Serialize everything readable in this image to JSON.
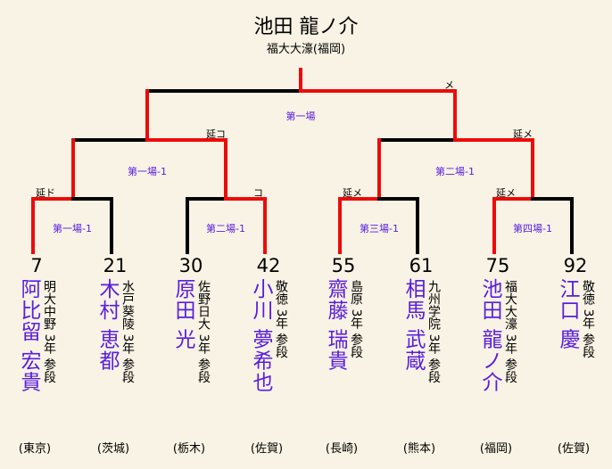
{
  "champion": {
    "name": "池田 龍ノ介",
    "school": "福大大濠(福岡)"
  },
  "matches": {
    "final": "第一場",
    "semi_left": "第一場-1",
    "semi_right": "第二場-1",
    "r1": [
      "第一場-1",
      "第二場-1",
      "第三場-1",
      "第四場-1"
    ]
  },
  "results": {
    "final": "メ",
    "semi_left": "延コ",
    "semi_right": "延メ",
    "r1": [
      "延ド",
      "コ",
      "延メ",
      "延メ"
    ]
  },
  "players": [
    {
      "seed": "7",
      "name": "阿比留 宏貴",
      "info": "明大中野 3年 参段",
      "pref": "(東京)"
    },
    {
      "seed": "21",
      "name": "木村 恵都",
      "info": "水戸葵陵 3年 参段",
      "pref": "(茨城)"
    },
    {
      "seed": "30",
      "name": "原田 光",
      "info": "佐野日大 3年 参段",
      "pref": "(栃木)"
    },
    {
      "seed": "42",
      "name": "小川 夢希也",
      "info": "敬徳 3年 参段",
      "pref": "(佐賀)"
    },
    {
      "seed": "55",
      "name": "齋藤 瑞貴",
      "info": "島原 3年 参段",
      "pref": "(長崎)"
    },
    {
      "seed": "61",
      "name": "相馬 武蔵",
      "info": "九州学院 3年 参段",
      "pref": "(熊本)"
    },
    {
      "seed": "75",
      "name": "池田 龍ノ介",
      "info": "福大大濠 3年 参段",
      "pref": "(福岡)"
    },
    {
      "seed": "92",
      "name": "江口 慶",
      "info": "敬徳 3年 参段",
      "pref": "(佐賀)"
    }
  ],
  "colors": {
    "winner_line": "#ee0a0a",
    "loser_line": "#000000",
    "match_label": "#5a1ee0"
  }
}
